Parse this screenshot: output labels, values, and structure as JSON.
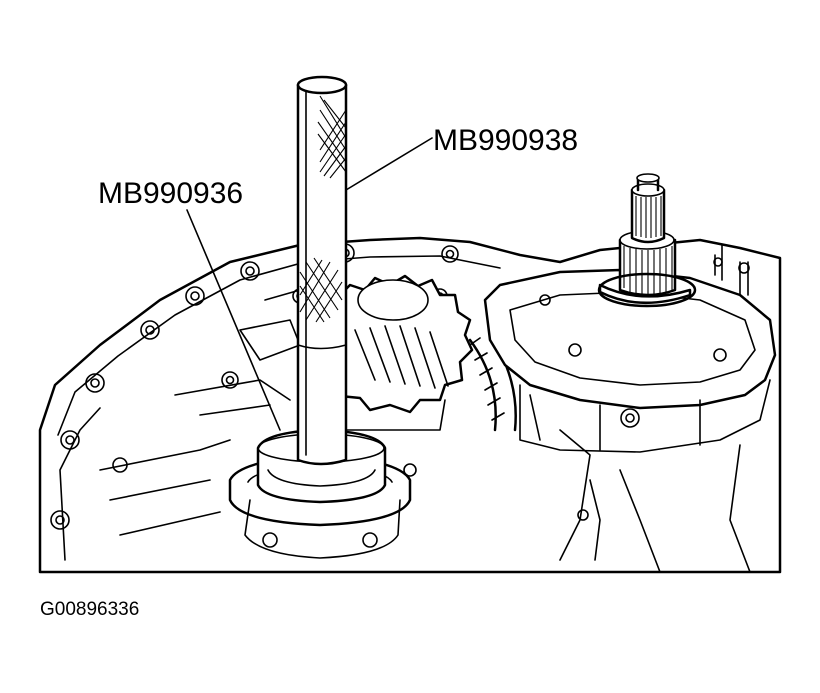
{
  "labels": {
    "tool_rod": "MB990938",
    "tool_installer": "MB990936"
  },
  "figure_id": "G00896336",
  "colors": {
    "line": "#000000",
    "background": "#ffffff"
  }
}
